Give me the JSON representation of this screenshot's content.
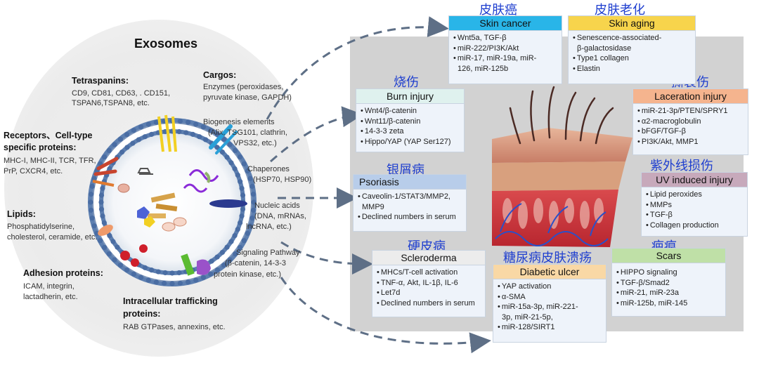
{
  "title": "Exosomes",
  "labels": {
    "tetraspanins": {
      "heading": "Tetraspanins:",
      "lines": [
        "CD9, CD81, CD63, . CD151,",
        "TSPAN6,TSPAN8, etc."
      ]
    },
    "receptors": {
      "heading_lines": [
        "Receptors、Cell-type",
        "specific proteins:"
      ],
      "lines": [
        "MHC-I, MHC-II, TCR, TFR,",
        "PrP, CXCR4, etc."
      ]
    },
    "lipids": {
      "heading": "Lipids:",
      "lines": [
        "Phosphatidylserine,",
        "cholesterol, ceramide, etc."
      ]
    },
    "adhesion": {
      "heading": "Adhesion proteins:",
      "lines": [
        "ICAM, integrin,",
        "lactadherin, etc."
      ]
    },
    "trafficking": {
      "heading_lines": [
        "Intracellular trafficking",
        "proteins:"
      ],
      "lines": [
        "RAB GTPases, annexins, etc."
      ]
    },
    "cargos": {
      "heading": "Cargos:",
      "lines": [
        "Enzymes (peroxidases,",
        "pyruvate kinase, GAPDH)"
      ]
    },
    "biogenesis": {
      "lines": [
        "Biogenesis elements",
        "(Alix, TSG101, clathrin,",
        "VPS32, etc.)"
      ]
    },
    "chaperones": {
      "lines": [
        "Chaperones",
        "(HSP70, HSP90)"
      ]
    },
    "nucleic": {
      "lines": [
        "Nucleic acids",
        "(DNA, mRNAs,",
        "lncRNA, etc.)"
      ]
    },
    "signaling": {
      "lines": [
        "Signaling Pathway",
        "(β-catenin, 14-3-3",
        "protein kinase, etc.)"
      ]
    }
  },
  "boxes": {
    "skin_cancer": {
      "zh": "皮肤癌",
      "title": "Skin cancer",
      "color": "#29b5e8",
      "items": [
        "Wnt5a, TGF-β",
        "miR-222/PI3K/Akt",
        "miR-17, miR-19a, miR-",
        "126, miR-125b"
      ]
    },
    "skin_aging": {
      "zh": "皮肤老化",
      "title": "Skin aging",
      "color": "#f7d44c",
      "items": [
        "Senescence-associated-",
        "β-galactosidase",
        "Type1 collagen",
        "Elastin"
      ]
    },
    "burn": {
      "zh": "烧伤",
      "title": "Burn injury",
      "color": "#dff1ee",
      "items": [
        "Wnt4/β-catenin",
        "Wnt11/β-catenin",
        "14-3-3 zeta",
        "Hippo/YAP (YAP Ser127)"
      ]
    },
    "laceration": {
      "zh": "撕裂伤",
      "title": "Laceration injury",
      "color": "#f5b48e",
      "items": [
        "miR-21-3p/PTEN/SPRY1",
        "α2-macroglobulin",
        "bFGF/TGF-β",
        "PI3K/Akt, MMP1"
      ]
    },
    "psoriasis": {
      "zh": "银屑病",
      "title": "Psoriasis",
      "color": "#b8cdea",
      "items": [
        "Caveolin-1/STAT3/MMP2,",
        "MMP9",
        "Declined numbers in serum"
      ]
    },
    "uv": {
      "zh": "紫外线损伤",
      "title": "UV induced injury",
      "color": "#c7a9bb",
      "items": [
        "Lipid peroxides",
        "MMPs",
        "TGF-β",
        "Collagen production"
      ]
    },
    "scleroderma": {
      "zh": "硬皮病",
      "title": "Scleroderma",
      "color": "#ececec",
      "items": [
        "MHCs/T-cell activation",
        "TNF-α, Akt, IL-1β, IL-6",
        "Let7d",
        "Declined numbers in serum"
      ]
    },
    "diabetic": {
      "zh": "糖尿病皮肤溃疡",
      "title": "Diabetic ulcer",
      "color": "#f9d8a5",
      "items": [
        "YAP activation",
        "α-SMA",
        "miR-15a-3p, miR-221-",
        "3p, miR-21-5p,",
        "miR-128/SIRT1"
      ]
    },
    "scars": {
      "zh": "疤痕",
      "title": "Scars",
      "color": "#bfe0a7",
      "items": [
        "HIPPO signaling",
        "TGF-β/Smad2",
        "miR-21, miR-23a",
        "miR-125b, miR-145"
      ]
    }
  }
}
